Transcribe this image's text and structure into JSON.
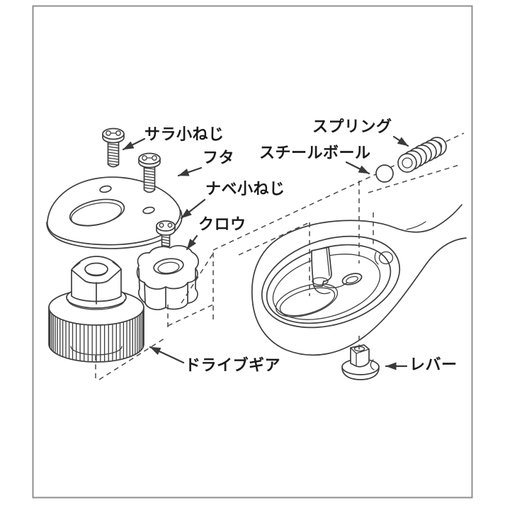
{
  "diagram": {
    "type": "exploded_view_parts_diagram",
    "subject": "ratchet-handle-head-assembly",
    "language": "ja",
    "parts": [
      {
        "id": "flat_head_screw",
        "label": "サラ小ねじ"
      },
      {
        "id": "cover",
        "label": "フタ"
      },
      {
        "id": "pan_head_screw",
        "label": "ナベ小ねじ"
      },
      {
        "id": "claw_pawl",
        "label": "クロウ"
      },
      {
        "id": "steel_ball",
        "label": "スチールボール"
      },
      {
        "id": "spring",
        "label": "スプリング"
      },
      {
        "id": "drive_gear",
        "label": "ドライブギア"
      },
      {
        "id": "lever",
        "label": "レバー"
      }
    ],
    "colors": {
      "background": "#ffffff",
      "line": "#3d3d3d",
      "frame_border": "#8f8f8f",
      "text": "#1b1b1b"
    }
  }
}
